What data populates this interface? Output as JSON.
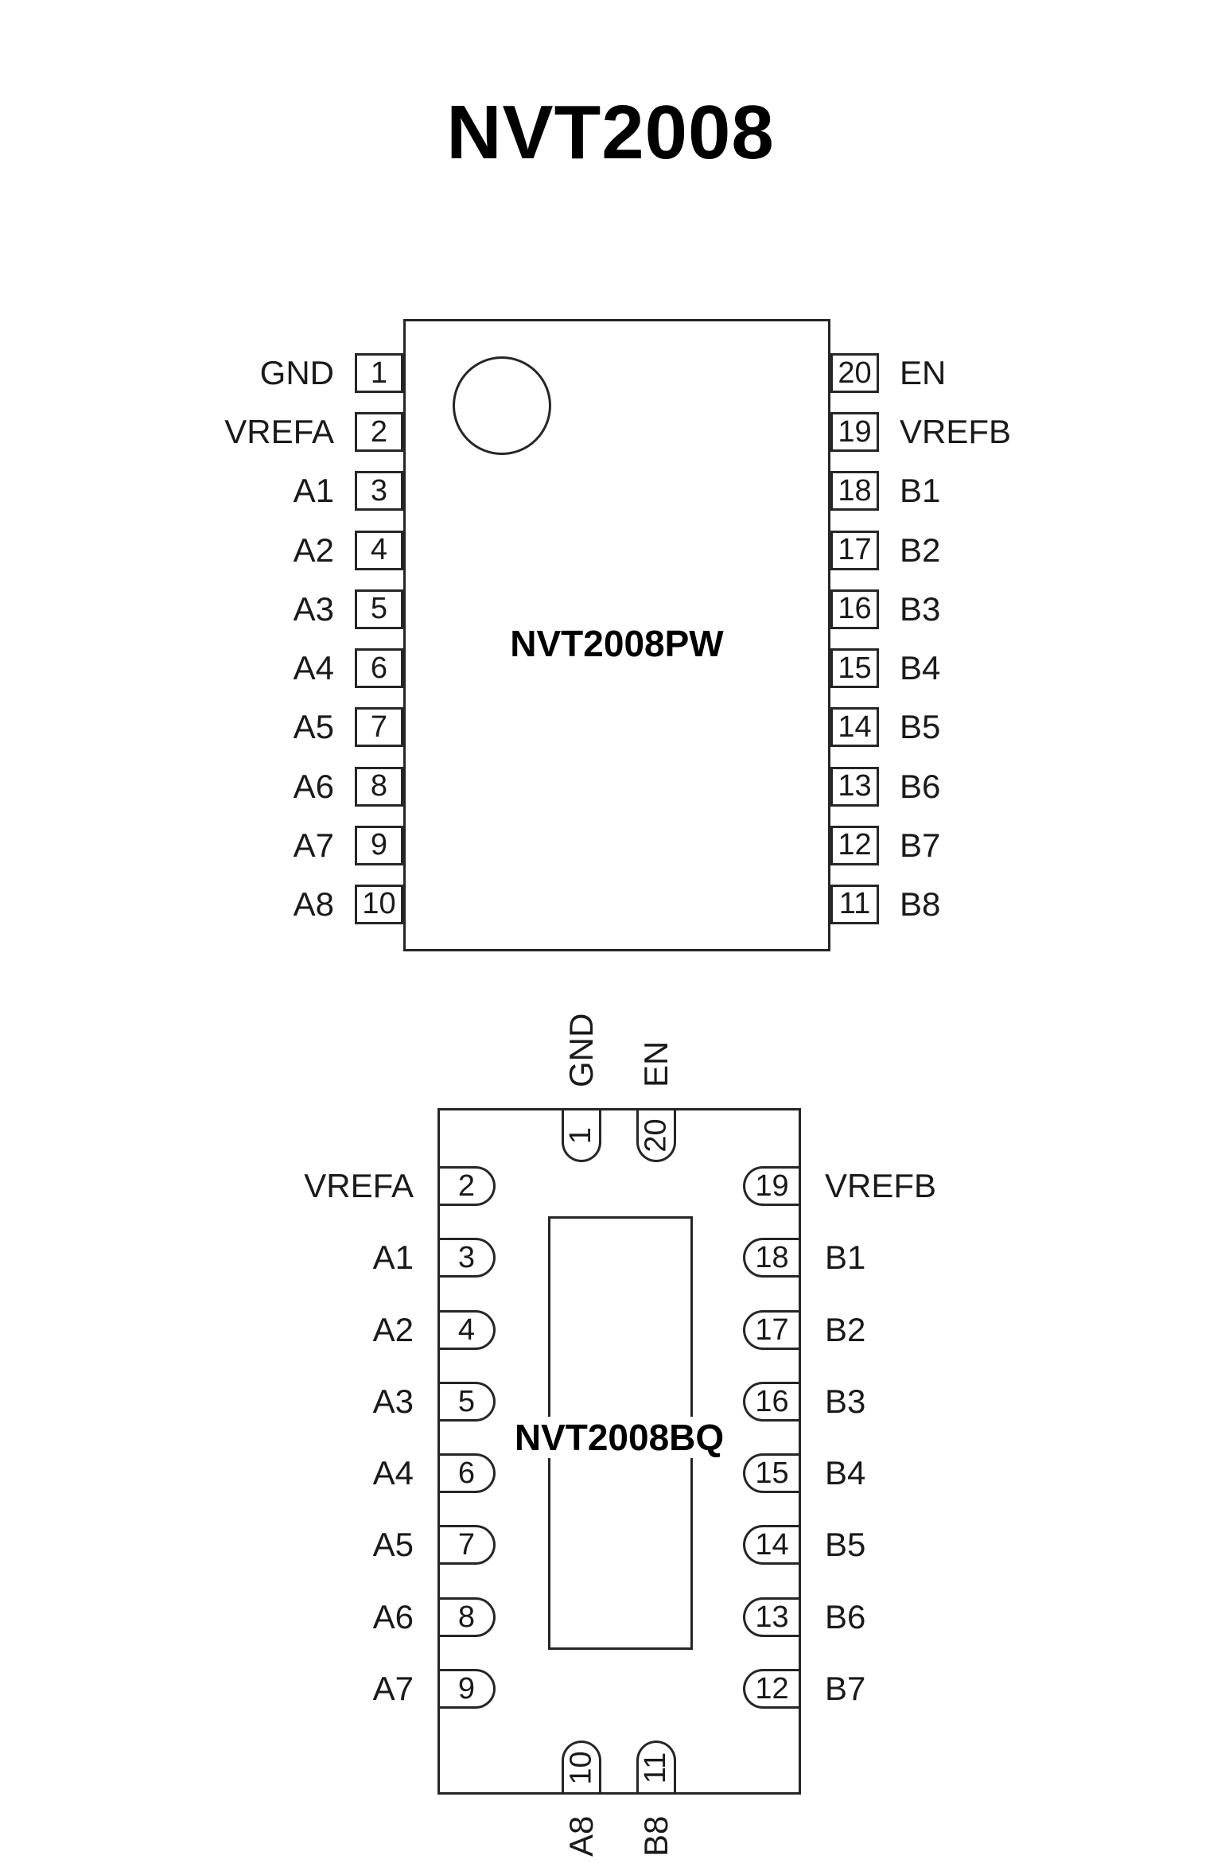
{
  "title": "NVT2008",
  "pw": {
    "name": "NVT2008PW",
    "left_pins": [
      {
        "num": "1",
        "label": "GND"
      },
      {
        "num": "2",
        "label": "VREFA"
      },
      {
        "num": "3",
        "label": "A1"
      },
      {
        "num": "4",
        "label": "A2"
      },
      {
        "num": "5",
        "label": "A3"
      },
      {
        "num": "6",
        "label": "A4"
      },
      {
        "num": "7",
        "label": "A5"
      },
      {
        "num": "8",
        "label": "A6"
      },
      {
        "num": "9",
        "label": "A7"
      },
      {
        "num": "10",
        "label": "A8"
      }
    ],
    "right_pins": [
      {
        "num": "20",
        "label": "EN"
      },
      {
        "num": "19",
        "label": "VREFB"
      },
      {
        "num": "18",
        "label": "B1"
      },
      {
        "num": "17",
        "label": "B2"
      },
      {
        "num": "16",
        "label": "B3"
      },
      {
        "num": "15",
        "label": "B4"
      },
      {
        "num": "14",
        "label": "B5"
      },
      {
        "num": "13",
        "label": "B6"
      },
      {
        "num": "12",
        "label": "B7"
      },
      {
        "num": "11",
        "label": "B8"
      }
    ]
  },
  "bq": {
    "name": "NVT2008BQ",
    "top_pins": [
      {
        "num": "1",
        "label": "GND"
      },
      {
        "num": "20",
        "label": "EN"
      }
    ],
    "left_pins": [
      {
        "num": "2",
        "label": "VREFA"
      },
      {
        "num": "3",
        "label": "A1"
      },
      {
        "num": "4",
        "label": "A2"
      },
      {
        "num": "5",
        "label": "A3"
      },
      {
        "num": "6",
        "label": "A4"
      },
      {
        "num": "7",
        "label": "A5"
      },
      {
        "num": "8",
        "label": "A6"
      },
      {
        "num": "9",
        "label": "A7"
      }
    ],
    "right_pins": [
      {
        "num": "19",
        "label": "VREFB"
      },
      {
        "num": "18",
        "label": "B1"
      },
      {
        "num": "17",
        "label": "B2"
      },
      {
        "num": "16",
        "label": "B3"
      },
      {
        "num": "15",
        "label": "B4"
      },
      {
        "num": "14",
        "label": "B5"
      },
      {
        "num": "13",
        "label": "B6"
      },
      {
        "num": "12",
        "label": "B7"
      }
    ],
    "bottom_pins": [
      {
        "num": "10",
        "label": "A8"
      },
      {
        "num": "11",
        "label": "B8"
      }
    ]
  },
  "colors": {
    "line": "#262626",
    "text": "#1a1a1a",
    "background": "#ffffff"
  }
}
